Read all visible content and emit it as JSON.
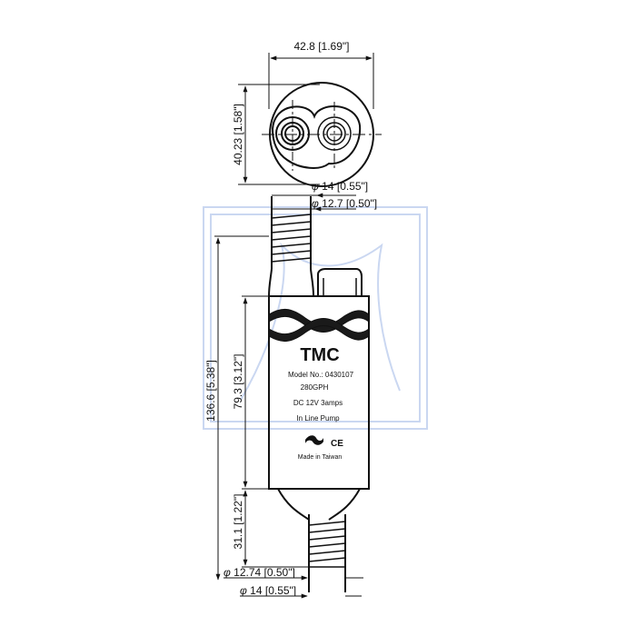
{
  "dimensions": {
    "top_width": "42.8 [1.69\"]",
    "top_height": "40.23 [1.58\"]",
    "inlet_outer_dia": "14 [0.55\"]",
    "inlet_inner_dia": "12.7 [0.50\"]",
    "overall_length": "136.6 [5.38\"]",
    "body_length": "79.3 [3.12\"]",
    "outlet_length": "31.1 [1.22\"]",
    "outlet_inner_dia": "12.74 [0.50\"]",
    "outlet_outer_dia": "14 [0.55\"]",
    "phi_symbol": "φ"
  },
  "label": {
    "brand": "TMC",
    "model": "Model No.: 0430107",
    "flow": "280GPH",
    "power": "DC 12V  3amps",
    "type": "In Line Pump",
    "mark": "CE",
    "origin": "Made in Taiwan"
  },
  "colors": {
    "line": "#111111",
    "watermark": "#9fb7e6"
  }
}
